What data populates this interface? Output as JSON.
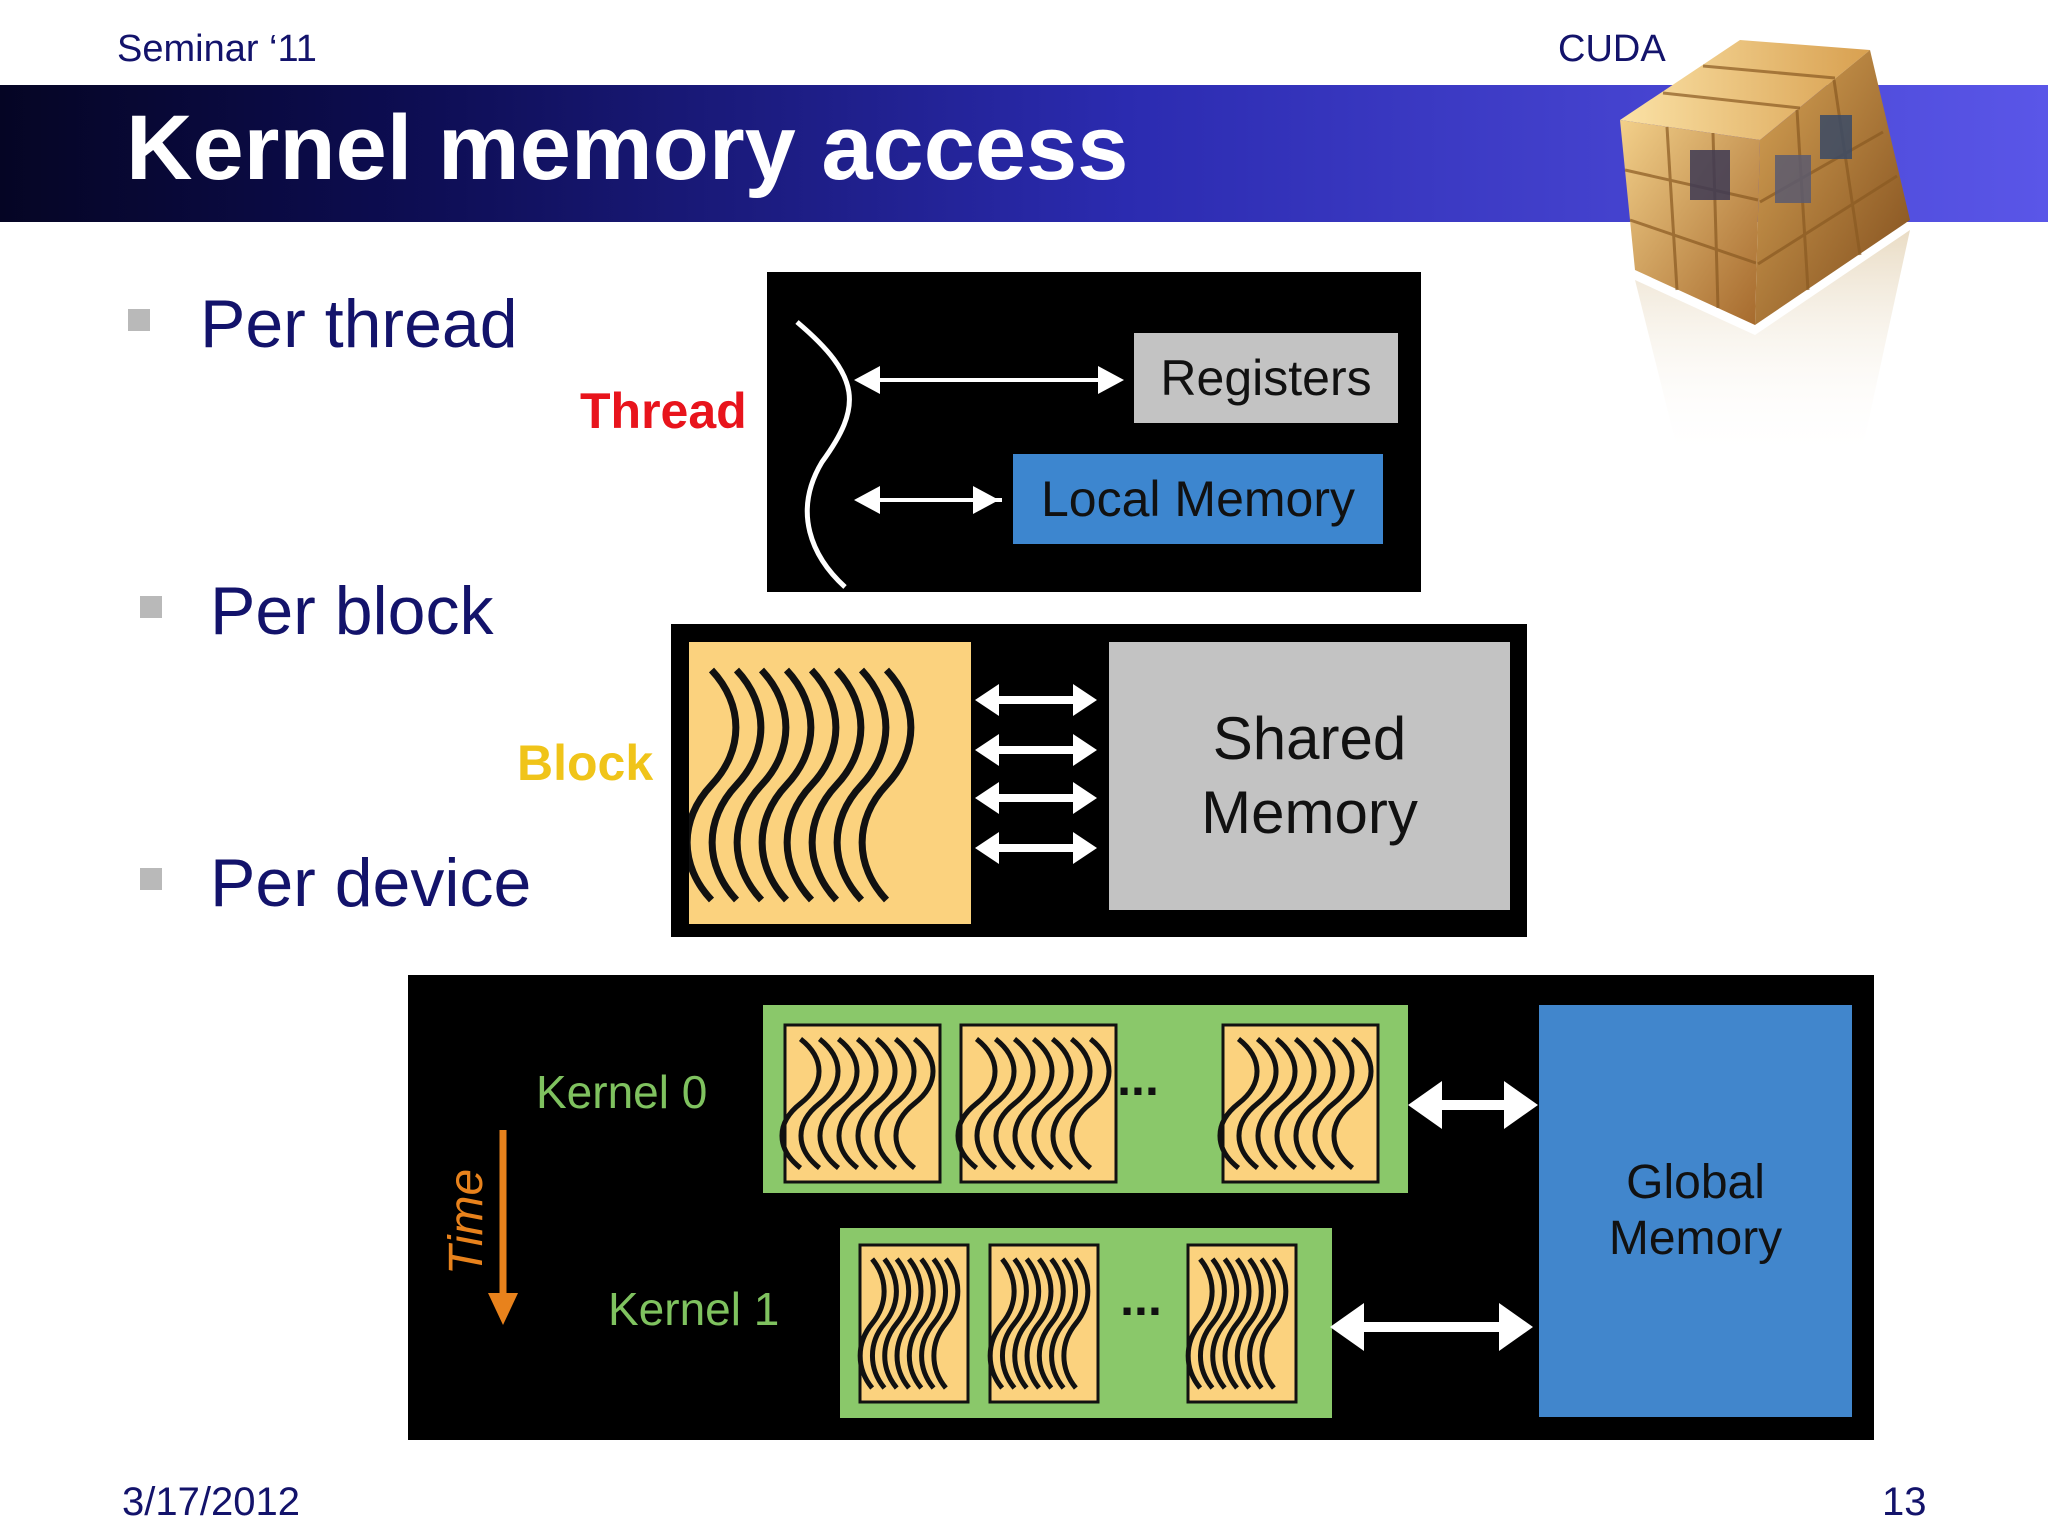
{
  "header": {
    "left": "Seminar ‘11",
    "right": "CUDA"
  },
  "title": "Kernel memory access",
  "bullets": [
    "Per thread",
    "Per block",
    "Per device"
  ],
  "thread_panel": {
    "label": "Thread",
    "registers": "Registers",
    "local_memory": "Local Memory"
  },
  "block_panel": {
    "label": "Block",
    "shared_line1": "Shared",
    "shared_line2": "Memory"
  },
  "device_panel": {
    "time_label": "Time",
    "kernel0": "Kernel 0",
    "kernel1": "Kernel 1",
    "ellipsis": "...",
    "global_line1": "Global",
    "global_line2": "Memory"
  },
  "footer": {
    "date": "3/17/2012",
    "page": "13"
  },
  "colors": {
    "thread_label": "#e8141c",
    "block_label": "#f0c419",
    "kernel_label": "#7fc25f",
    "time_label": "#e8821c",
    "registers_box": "#c3c3c3",
    "local_memory_box": "#3d86cf",
    "shared_memory_box": "#c3c3c3",
    "global_memory_box": "#4186cc",
    "thread_block_fill": "#fbd27e",
    "kernel_grid_fill": "#8ac86a"
  }
}
